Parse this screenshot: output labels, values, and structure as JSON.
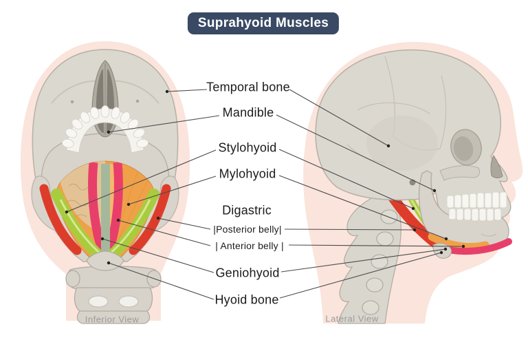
{
  "title": {
    "text": "Suprahyoid Muscles"
  },
  "views": {
    "left": {
      "caption": "Inferior View"
    },
    "right": {
      "caption": "Lateral View"
    }
  },
  "labels": [
    {
      "id": "temporal-bone",
      "text": "Temporal bone"
    },
    {
      "id": "mandible",
      "text": "Mandible"
    },
    {
      "id": "stylohyoid",
      "text": "Stylohyoid"
    },
    {
      "id": "mylohyoid",
      "text": "Mylohyoid"
    },
    {
      "id": "digastric",
      "text": "Digastric"
    },
    {
      "id": "digastric-posterior-belly",
      "text": "|Posterior belly|"
    },
    {
      "id": "digastric-anterior-belly",
      "text": "| Anterior belly |"
    },
    {
      "id": "geniohyoid",
      "text": "Geniohyoid"
    },
    {
      "id": "hyoid-bone",
      "text": "Hyoid bone"
    }
  ],
  "colors": {
    "title_bg": "#3A4A64",
    "background": "#FFFFFF",
    "skin_silhouette": "#FAE4DB",
    "bone": "#DBD8D0",
    "bone_outline": "#B5B0A6",
    "mylohyoid_orange": "#EFA14A",
    "digastric_anterior_pink": "#E83F6A",
    "digastric_posterior_red": "#DE3C2B",
    "stylohyoid_green": "#A9CC3E",
    "geniohyoid_sage": "#A6B89C",
    "palate_tan": "#E3C396",
    "label_text": "#1B1B1B",
    "caption_text": "#9B9B9B",
    "leader_line": "#4A4A4A"
  }
}
